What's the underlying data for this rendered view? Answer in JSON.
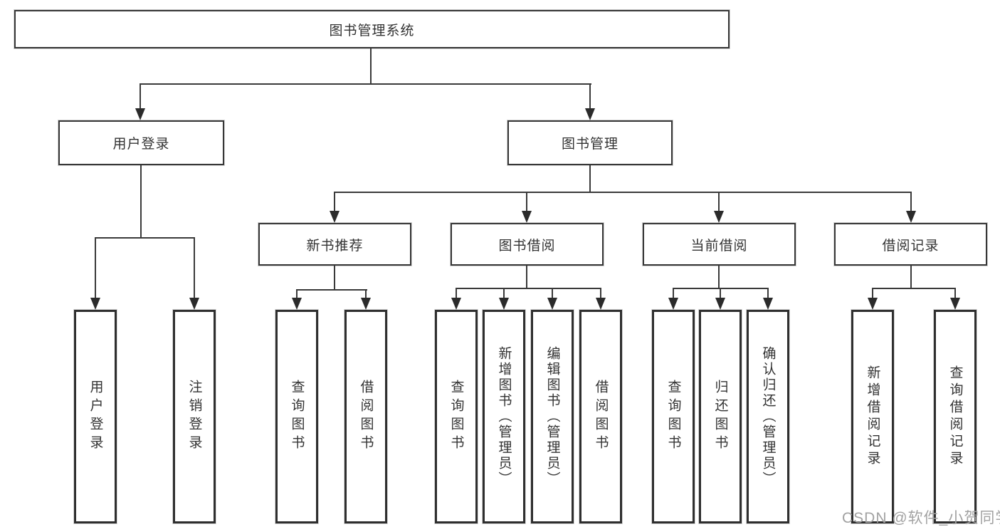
{
  "diagram": {
    "root": "图书管理系统",
    "level2": {
      "user_login": "用户登录",
      "book_management": "图书管理"
    },
    "level3": {
      "new_books": "新书推荐",
      "borrowing": "图书借阅",
      "current": "当前借阅",
      "records": "借阅记录"
    },
    "leaves": {
      "user_login": [
        "用户登录",
        "注销登录"
      ],
      "new_books": [
        "查询图书",
        "借阅图书"
      ],
      "borrowing": [
        "查询图书",
        "新增图书（管理员）",
        "编辑图书（管理员）",
        "借阅图书"
      ],
      "current": [
        "查询图书",
        "归还图书",
        "确认归还（管理员）"
      ],
      "records": [
        "新增借阅记录",
        "查询借阅记录"
      ]
    }
  },
  "watermark": "CSDN @软件_小贺同学",
  "colors": {
    "line": "#3a3a3a",
    "text": "#333333",
    "watermark": "#a2a2a2"
  }
}
